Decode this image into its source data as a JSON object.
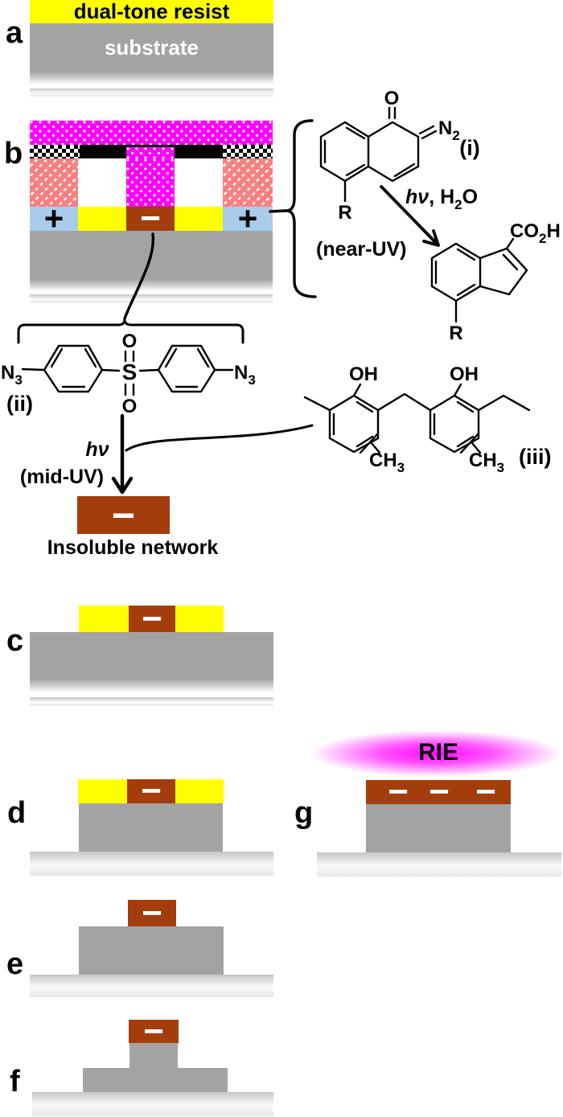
{
  "colors": {
    "resist_yellow": "#FFFF00",
    "substrate_gray": "#A3A3A3",
    "exposed_magenta": "#FF00FF",
    "mask_black": "#000000",
    "hatch_salmon": "#F98080",
    "positive_tone_blue": "#A9CCEA",
    "negative_tone_brown": "#A33E0C",
    "rie_glow_magenta": "#FF00FF"
  },
  "panel_labels": {
    "a": "a",
    "b": "b",
    "c": "c",
    "d": "d",
    "e": "e",
    "f": "f",
    "g": "g"
  },
  "panel_a": {
    "resist": "dual-tone resist",
    "substrate": "substrate"
  },
  "panel_b": {
    "plus_left": "+",
    "plus_right": "+",
    "minus": "−"
  },
  "reaction_i": {
    "tag": "(i)",
    "oxygen": "O",
    "nitrogen": "N",
    "nitrogen_sub": "2",
    "substituent": "R",
    "hv": "hν",
    "comma_h": ", H",
    "h2o_sub": "2",
    "h2o_o": "O",
    "band": "(near-UV)",
    "acid_c": "CO",
    "acid_sub": "2",
    "acid_h": "H",
    "product_substituent": "R"
  },
  "reaction_ii": {
    "tag": "(ii)",
    "azide_n_left": "N",
    "azide_sub_left": "3",
    "sulfur": "S",
    "oxygen_top": "O",
    "oxygen_bottom": "O",
    "azide_n_right": "N",
    "azide_sub_right": "3",
    "hv": "hν",
    "band": "(mid-UV)",
    "product_minus": "−",
    "product_label": "Insoluble network"
  },
  "compound_iii": {
    "tag": "(iii)",
    "oh_left": "OH",
    "oh_right": "OH",
    "ch3_left": "CH",
    "ch3_left_sub": "3",
    "ch3_right": "CH",
    "ch3_right_sub": "3"
  },
  "panel_c": {
    "minus": "−"
  },
  "panel_d": {
    "minus": "−"
  },
  "panel_e": {
    "minus": "−"
  },
  "panel_f": {
    "minus": "−"
  },
  "panel_g": {
    "rie": "RIE",
    "minus1": "−",
    "minus2": "−",
    "minus3": "−"
  }
}
